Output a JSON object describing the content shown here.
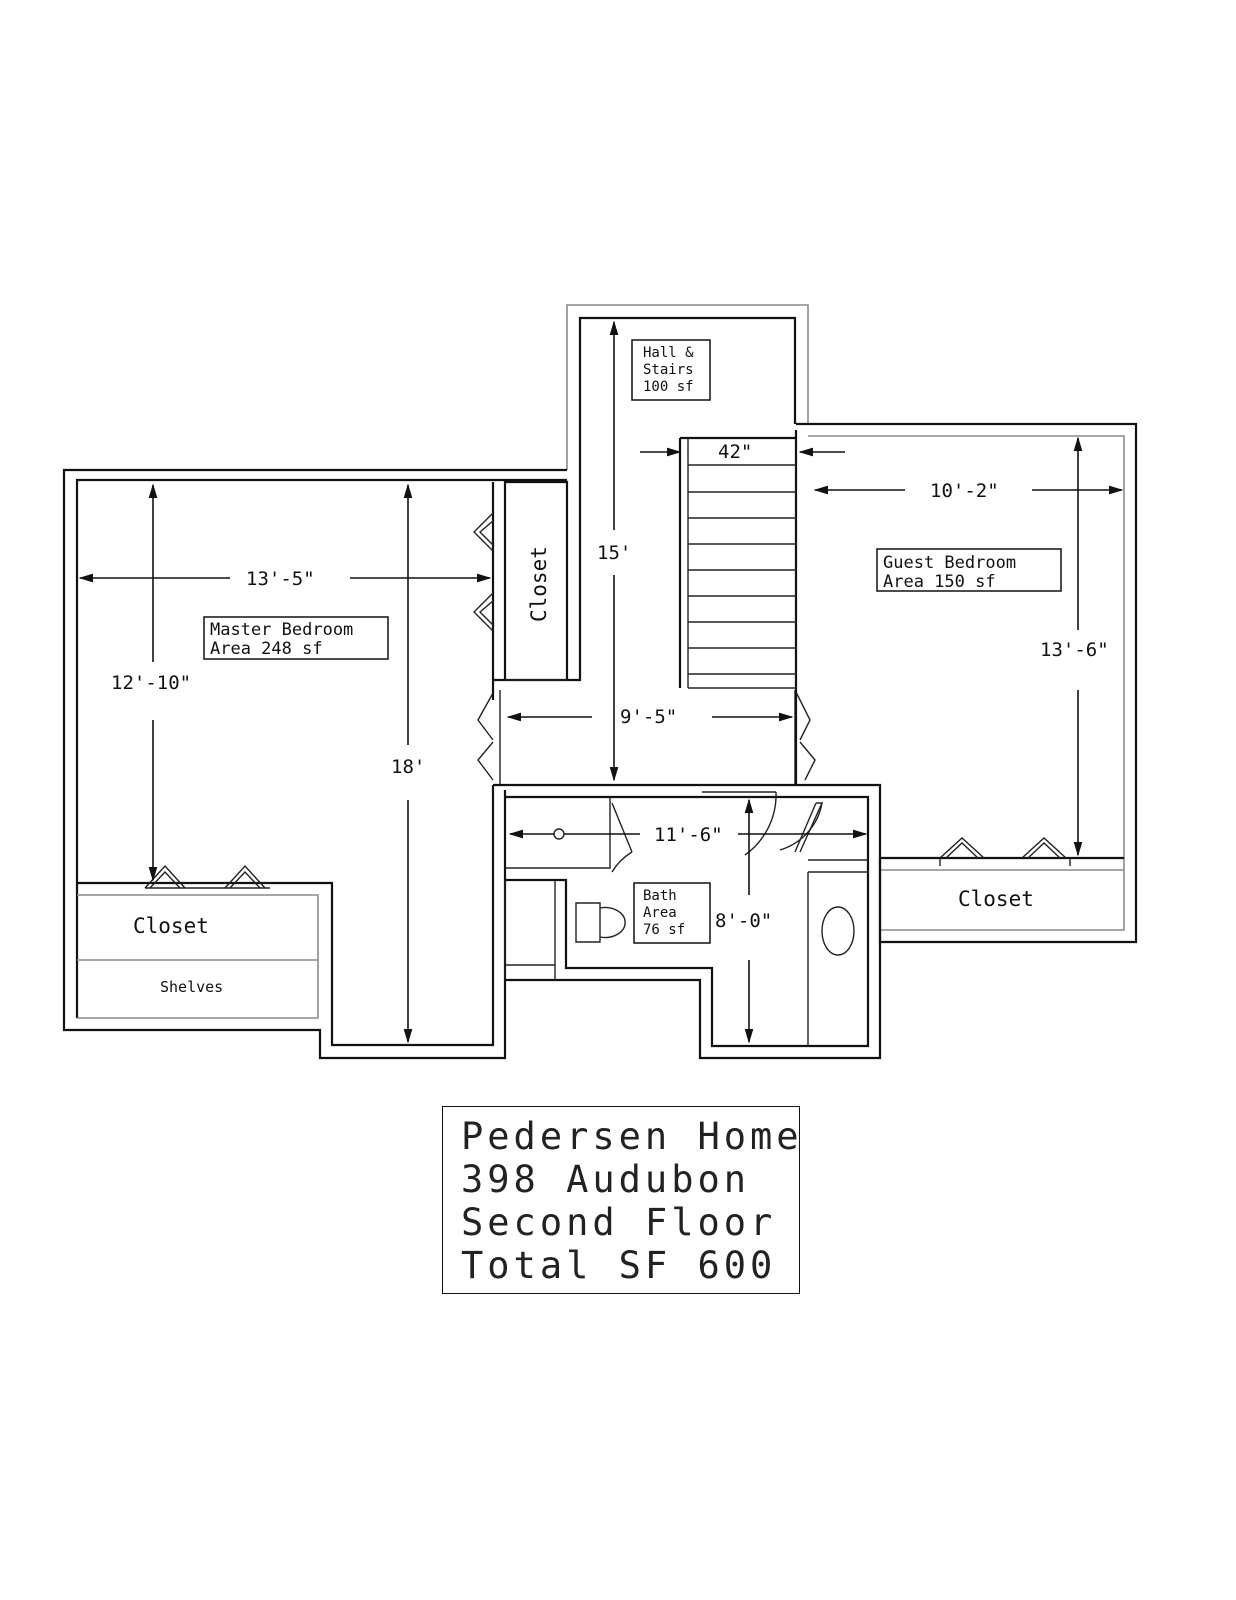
{
  "rooms": {
    "hall": [
      "Hall &",
      "Stairs",
      "100 sf"
    ],
    "master": [
      "Master Bedroom",
      "Area 248 sf"
    ],
    "guest": [
      "Guest Bedroom",
      "Area 150 sf"
    ],
    "bath": [
      "Bath",
      "Area",
      "76 sf"
    ]
  },
  "labels": {
    "closet_stair": "Closet",
    "closet_master": "Closet",
    "shelves": "Shelves",
    "closet_guest": "Closet"
  },
  "dimensions": {
    "stair_width": "42\"",
    "guest_width": "10'-2\"",
    "hall_length": "15'",
    "master_width": "13'-5\"",
    "master_depth": "12'-10\"",
    "master_length": "18'",
    "hall_width": "9'-5\"",
    "guest_depth": "13'-6\"",
    "bath_width": "11'-6\"",
    "bath_depth": "8'-0\""
  },
  "title_block": {
    "line1": "Pedersen Home",
    "line2": "398 Audubon",
    "line3": "Second Floor",
    "line4": "Total SF 600"
  }
}
